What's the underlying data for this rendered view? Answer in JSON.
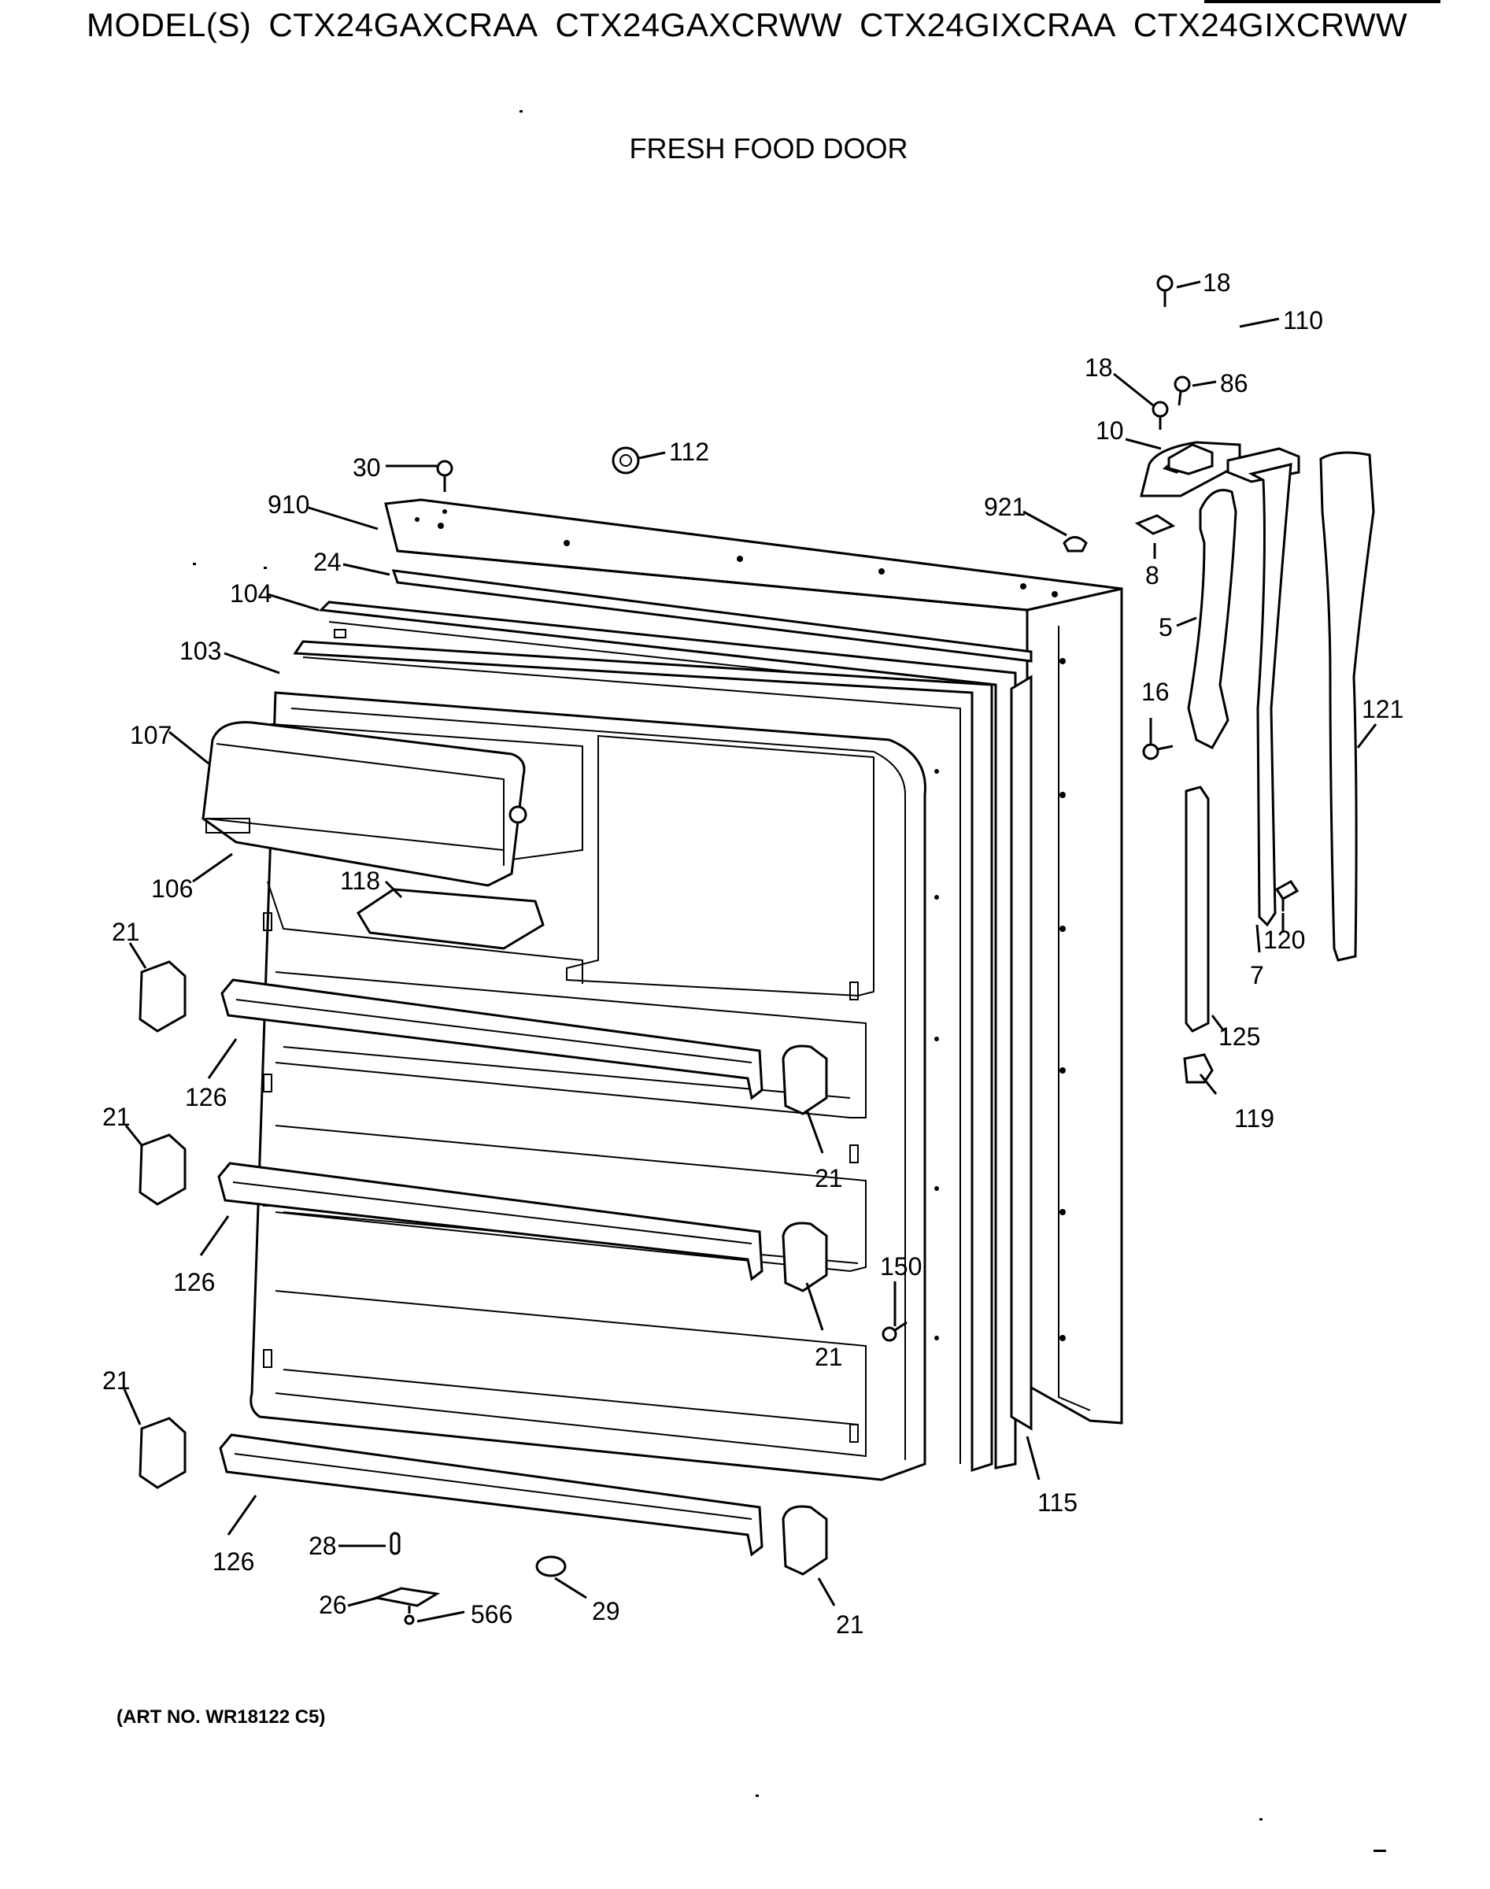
{
  "header": {
    "model_prefix": "MODEL(S)",
    "models": [
      "CTX24GAXCRAA",
      "CTX24GAXCRWW",
      "CTX24GIXCRAA",
      "CTX24GIXCRWW"
    ]
  },
  "title": "FRESH FOOD DOOR",
  "art_number": "(ART NO. WR18122 C5)",
  "callouts": {
    "c18a": "18",
    "c110": "110",
    "c18b": "18",
    "c86": "86",
    "c10": "10",
    "c112": "112",
    "c30": "30",
    "c910": "910",
    "c921": "921",
    "c24": "24",
    "c8": "8",
    "c104": "104",
    "c5": "5",
    "c103": "103",
    "c16": "16",
    "c121": "121",
    "c107": "107",
    "c106": "106",
    "c118": "118",
    "c120": "120",
    "c7": "7",
    "c21a": "21",
    "c125": "125",
    "c126a": "126",
    "c119": "119",
    "c21b": "21",
    "c21c": "21",
    "c126b": "126",
    "c150": "150",
    "c21d": "21",
    "c21e": "21",
    "c115": "115",
    "c126c": "126",
    "c28": "28",
    "c26": "26",
    "c566": "566",
    "c29": "29",
    "c21f": "21"
  }
}
